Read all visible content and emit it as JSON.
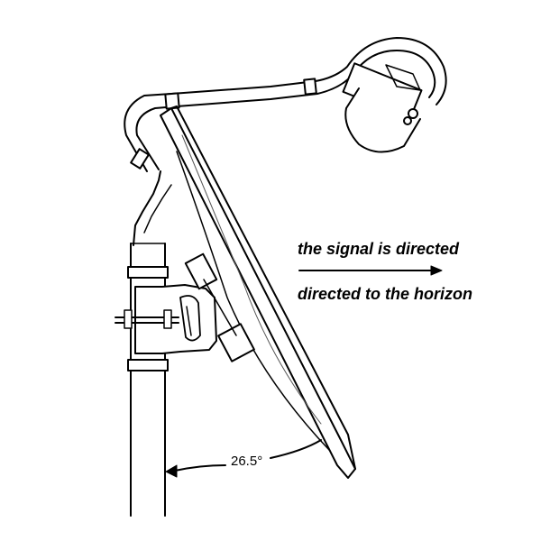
{
  "labels": {
    "signal_text": "the signal is directed",
    "horizon_text": "directed to the horizon",
    "angle_text": "26.5°"
  },
  "icons": {
    "signal_arrow": "arrow-right-icon",
    "angle_arrow": "arrow-left-icon"
  },
  "colors": {
    "line": "#000000",
    "background": "#ffffff"
  }
}
